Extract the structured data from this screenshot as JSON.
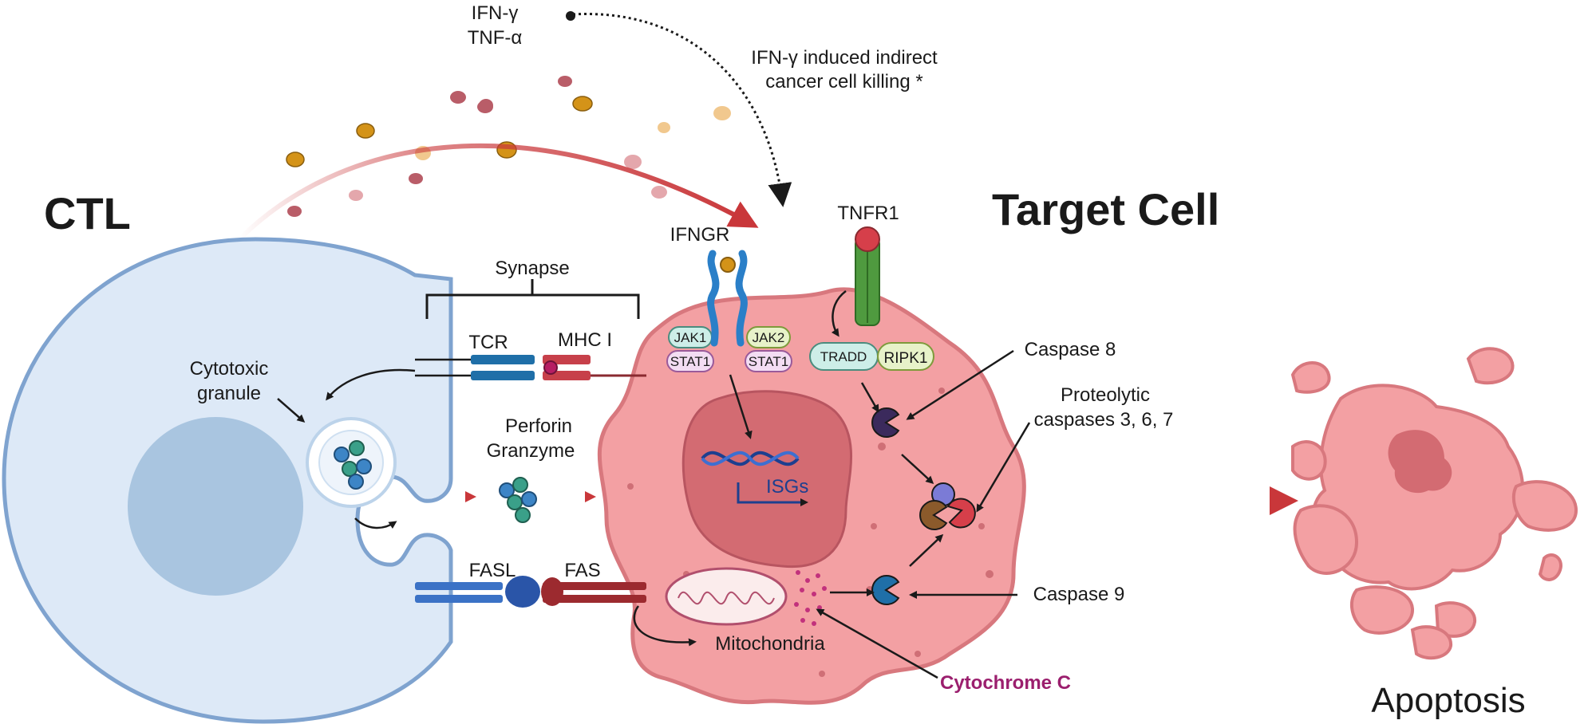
{
  "titles": {
    "ctl": "CTL",
    "target_cell": "Target Cell",
    "apoptosis": "Apoptosis"
  },
  "cytokines": {
    "ifn": "IFN-γ",
    "tnf": "TNF-α",
    "indirect_line1": "IFN-γ induced indirect",
    "indirect_line2": "cancer cell killing *"
  },
  "labels": {
    "ifngr": "IFNGR",
    "tnfr1": "TNFR1",
    "synapse": "Synapse",
    "tcr": "TCR",
    "mhc": "MHC I",
    "granule_line1": "Cytotoxic",
    "granule_line2": "granule",
    "perforin": "Perforin",
    "granzyme": "Granzyme",
    "fasl": "FASL",
    "fas": "FAS",
    "mitochondria": "Mitochondria",
    "cytochrome": "Cytochrome C",
    "isgs": "ISGs",
    "jak1": "JAK1",
    "jak2": "JAK2",
    "stat1_left": "STAT1",
    "stat1_right": "STAT1",
    "tradd": "TRADD",
    "ripk1": "RIPK1",
    "caspase8": "Caspase 8",
    "proteolytic_line1": "Proteolytic",
    "proteolytic_line2": "caspases 3, 6, 7",
    "caspase9": "Caspase 9"
  },
  "colors": {
    "ctl_fill": "#dde9f7",
    "ctl_stroke": "#7fa3cf",
    "ctl_nucleus": "#a9c5e0",
    "target_fill": "#f3a0a3",
    "target_stroke": "#d8787e",
    "target_nucleus": "#d36b72",
    "arrow_red": "#c9373a",
    "cytochrome_text": "#9b1f6e"
  }
}
